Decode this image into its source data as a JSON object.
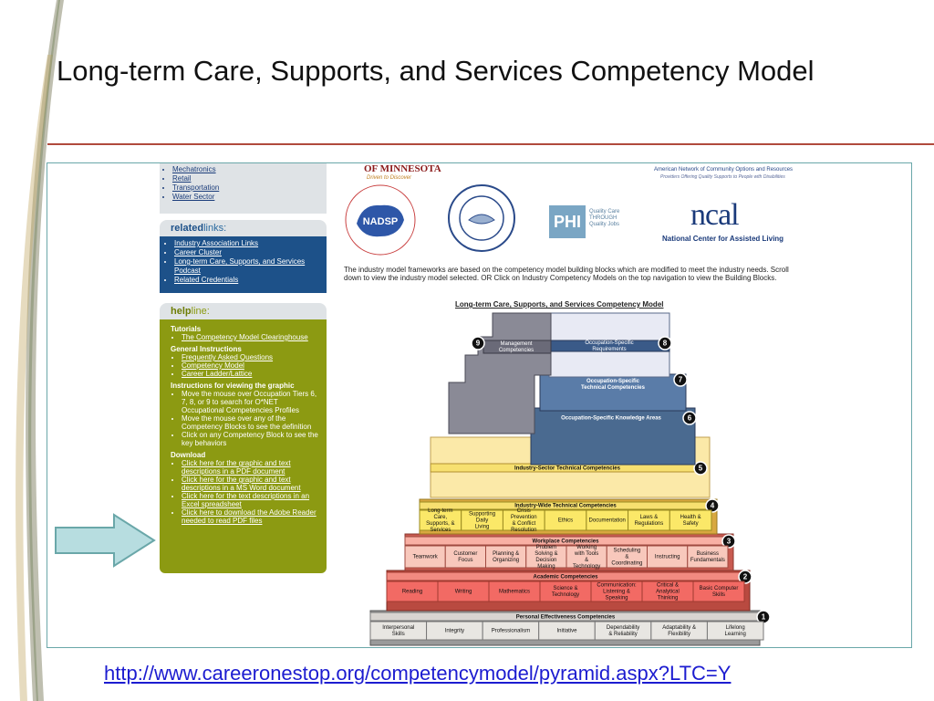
{
  "slide": {
    "title": "Long-term Care, Supports, and Services Competency Model",
    "link": "http://www.careeronestop.org/competencymodel/pyramid.aspx?LTC=Y"
  },
  "page": {
    "top_list": [
      "Mechatronics",
      "Retail",
      "Transportation",
      "Water Sector"
    ],
    "related_links": {
      "title_bold": "related",
      "title_rest": "links:",
      "items": [
        "Industry Association Links",
        "Career Cluster",
        "Long-term Care, Supports, and Services Podcast",
        "Related Credentials"
      ]
    },
    "helpline": {
      "title_bold": "help",
      "title_rest": "line:",
      "tutorials_heading": "Tutorials",
      "tutorials": [
        "The Competency Model Clearinghouse"
      ],
      "general_heading": "General Instructions",
      "general": [
        "Frequently Asked Questions",
        "Competency Model",
        "Career Ladder/Lattice"
      ],
      "viewing_heading": "Instructions for viewing the graphic",
      "viewing": [
        "Move the mouse over Occupation Tiers 6, 7, 8, or 9 to search for O*NET Occupational Competencies Profiles",
        "Move the mouse over any of the Competency Blocks to see the definition",
        "Click on any Competency Block to see the key behaviors"
      ],
      "download_heading": "Download",
      "downloads": [
        "Click here for the graphic and text descriptions in a PDF document",
        "Click here for the graphic and text descriptions in a MS Word document",
        "Click here for the text descriptions in an Excel spreadsheet",
        "Click here to download the Adobe Reader needed to read PDF files"
      ]
    },
    "logos": {
      "minnesota": "OF MINNESOTA",
      "minnesota_tag": "Driven to Discover",
      "ancor": "American Network of Community Options and Resources",
      "ancor_sub": "Providers Offering Quality Supports to People with Disabilities",
      "nadsp": "NADSP",
      "phi": "PHI",
      "phi_sub": [
        "Quality Care",
        "THROUGH",
        "Quality Jobs"
      ],
      "ncal": "ncal",
      "ncal_sub": "National Center for Assisted Living"
    },
    "intro": "The industry model frameworks are based on the competency model building blocks which are modified to meet the industry needs. Scroll down to view the industry model selected. OR Click on Industry Competency Models on the top navigation to view the Building Blocks.",
    "pyramid_title": "Long-term Care, Supports, and Services Competency Model"
  },
  "pyramid": {
    "tiers": [
      {
        "n": "9",
        "label": "Management Competencies"
      },
      {
        "n": "8",
        "label": "Occupation-Specific Requirements"
      },
      {
        "n": "7",
        "label": "Occupation-Specific Technical Competencies"
      },
      {
        "n": "6",
        "label": "Occupation-Specific Knowledge Areas"
      },
      {
        "n": "5",
        "label": "Industry-Sector Technical Competencies"
      },
      {
        "n": "4",
        "label": "Industry-Wide Technical Competencies"
      },
      {
        "n": "3",
        "label": "Workplace Competencies"
      },
      {
        "n": "2",
        "label": "Academic Competencies"
      },
      {
        "n": "1",
        "label": "Personal Effectiveness Competencies"
      }
    ],
    "tier4_blocks": [
      "Long-term Care, Supports, & Services",
      "Supporting Daily Living",
      "Crisis Prevention & Conflict Resolution",
      "Ethics",
      "Documentation",
      "Laws & Regulations",
      "Health & Safety"
    ],
    "tier3_blocks": [
      "Teamwork",
      "Customer Focus",
      "Planning & Organizing",
      "Problem Solving & Decision Making",
      "Working with Tools & Technology",
      "Scheduling & Coordinating",
      "Instructing",
      "Business Fundamentals"
    ],
    "tier2_blocks": [
      "Reading",
      "Writing",
      "Mathematics",
      "Science & Technology",
      "Communication: Listening & Speaking",
      "Critical & Analytical Thinking",
      "Basic Computer Skills"
    ],
    "tier1_blocks": [
      "Interpersonal Skills",
      "Integrity",
      "Professionalism",
      "Initiative",
      "Dependability & Reliability",
      "Adaptability & Flexibility",
      "Lifelong Learning"
    ]
  }
}
